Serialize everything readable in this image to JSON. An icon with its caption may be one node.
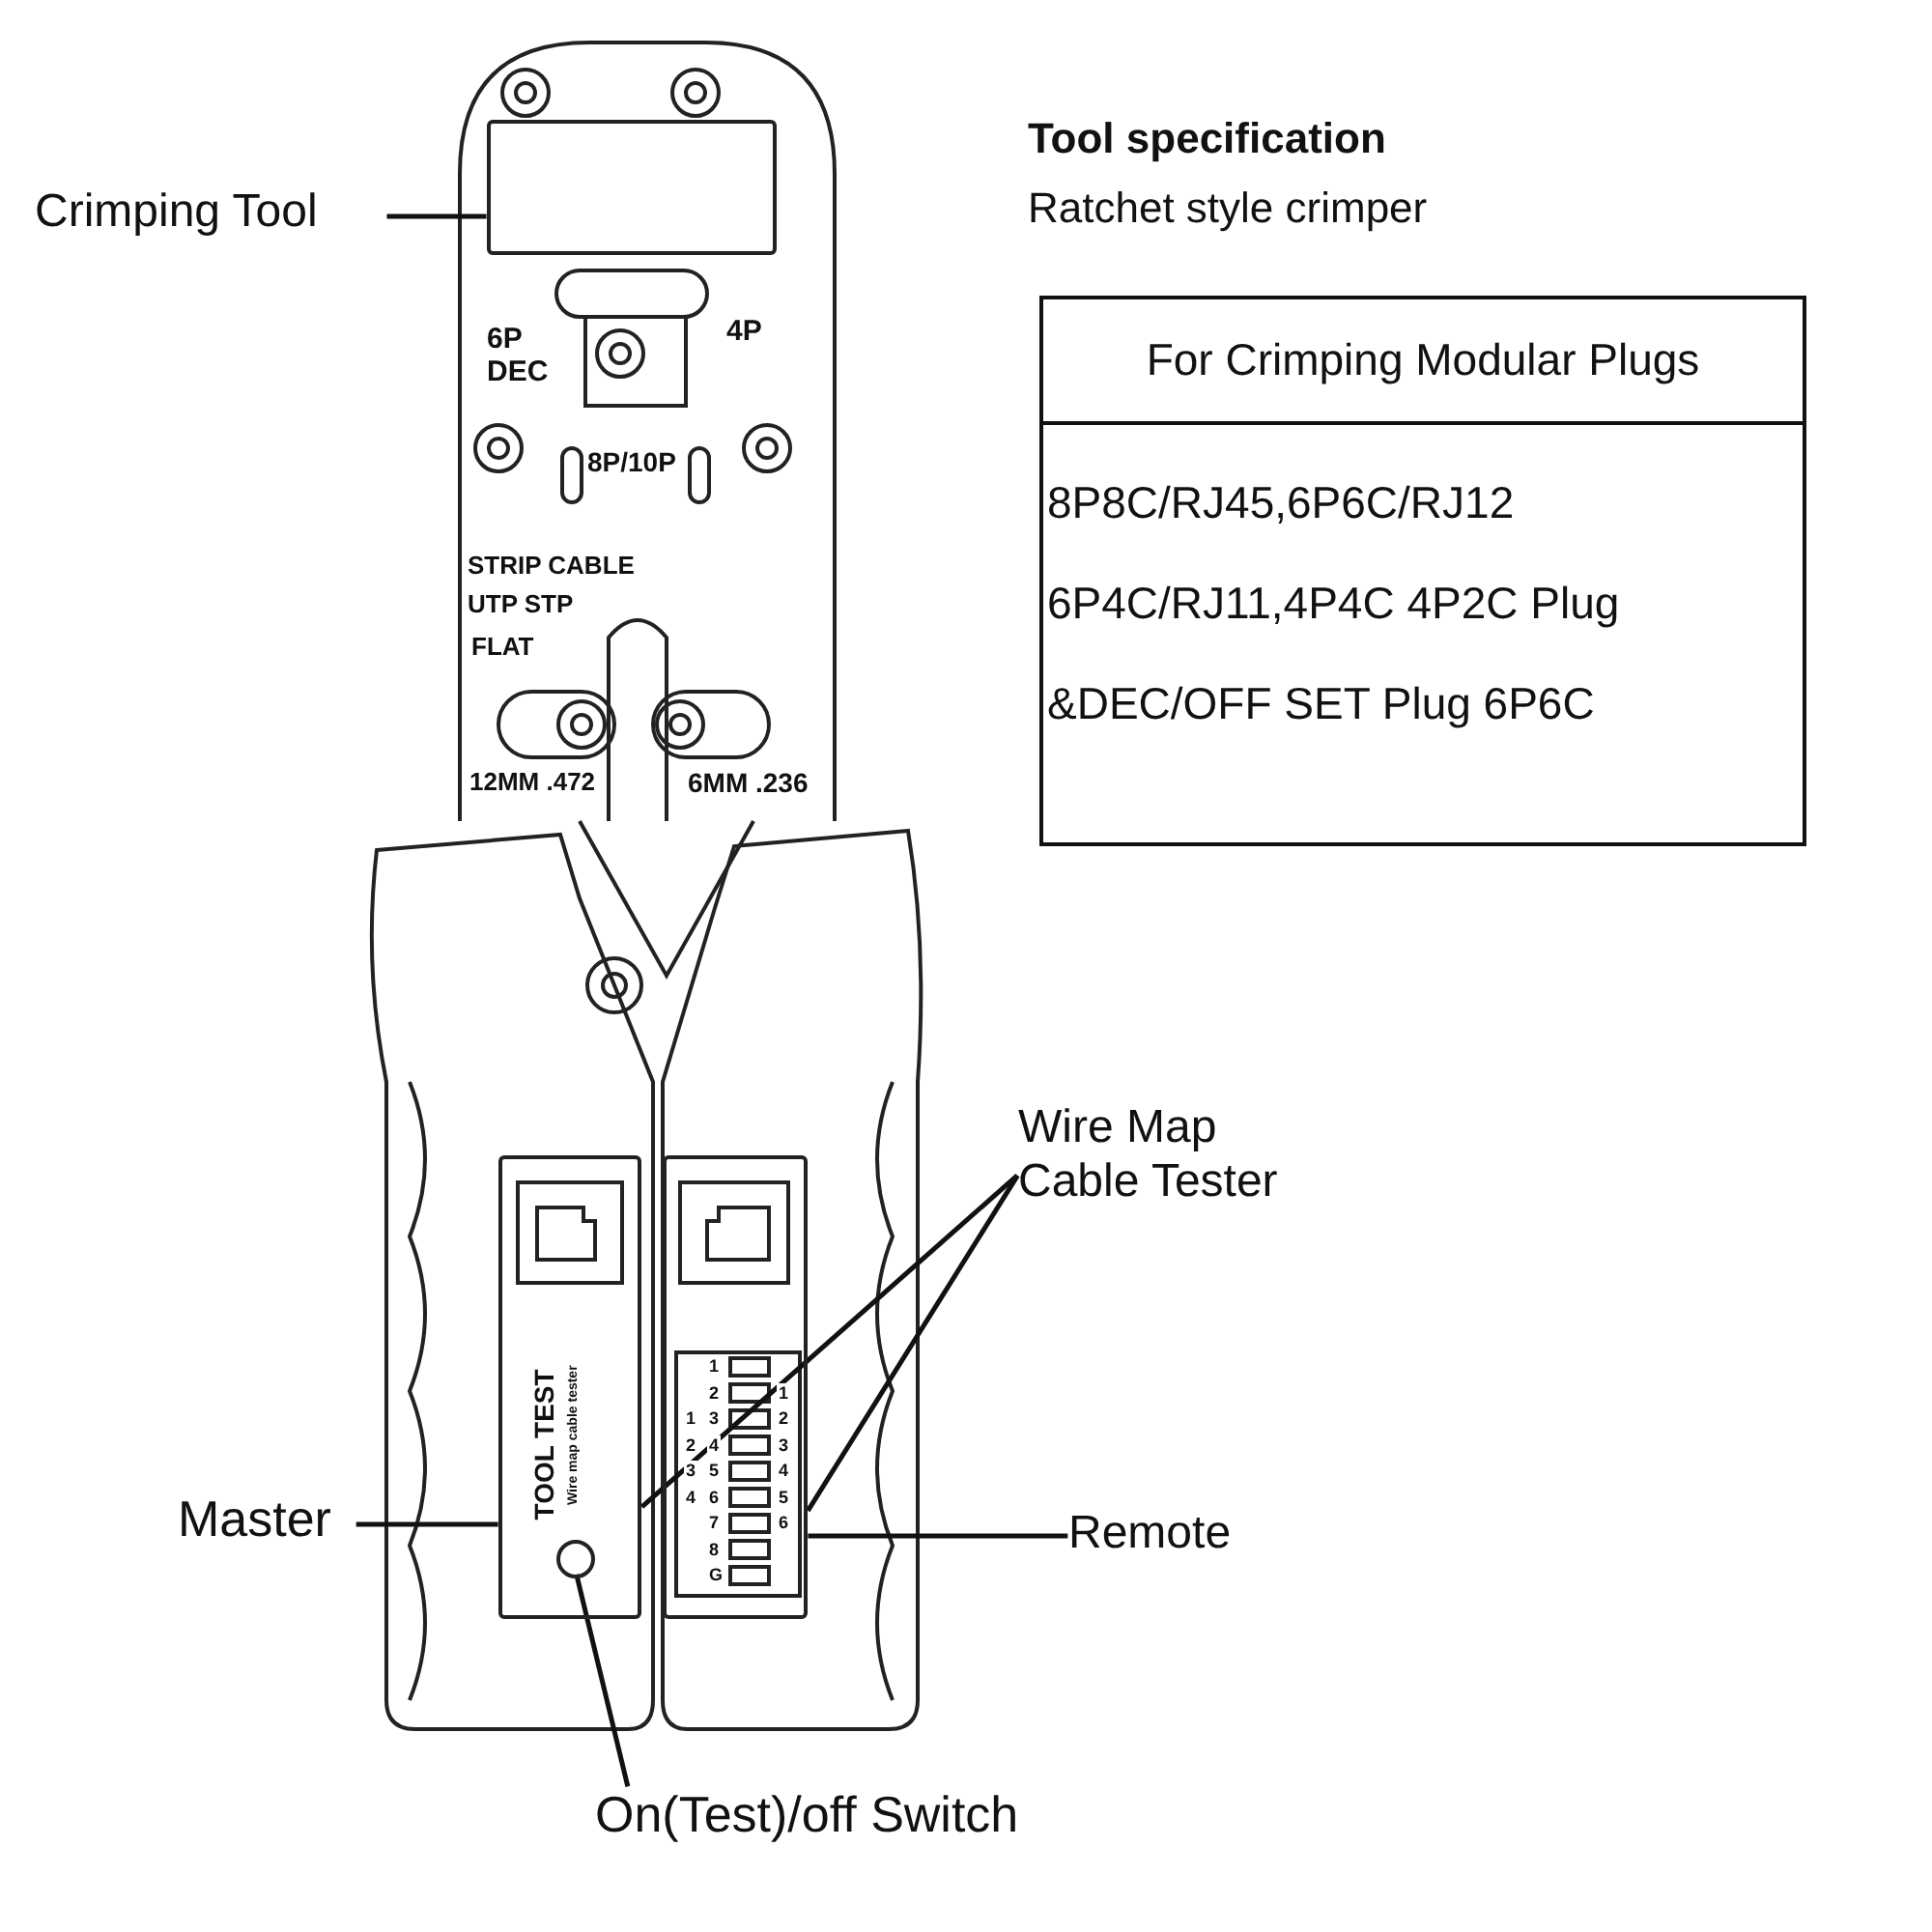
{
  "diagram": {
    "nodes": [
      {
        "text": [
          "Crimping Tool"
        ]
      },
      {
        "text": [],
        "shape": "box"
      },
      {
        "text": [
          "For Crimping Modular Plugs",
          "8P8C/RJ45,6P6C/RJ12",
          "6P4C/RJ11,4P4C 4P2C Plug",
          "&DEC/OFF SET Plug 6P6C"
        ]
      },
      {
        "text": [
          "Wire Map Cable Tester"
        ]
      },
      {
        "text": [
          "Master"
        ]
      },
      {
        "text": [],
        "shape": "box"
      },
      {
        "text": [],
        "shape": "circle",
        "in": 5
      },
      {
        "text": [],
        "shape": "box"
      },
      {
        "text": [
          "Remote"
        ]
      },
      {
        "text": [
          "On(Test)/off Switch"
        ]
      }
    ],
    "edges": [
      {
        "from": 0,
        "to": 1,
        "arrow": "none"
      },
      {
        "from": 3,
        "to": 5,
        "arrow": "none"
      },
      {
        "from": 3,
        "to": 7,
        "arrow": "none"
      },
      {
        "from": 4,
        "to": 5,
        "arrow": "none"
      },
      {
        "from": 8,
        "to": 7,
        "arrow": "none"
      },
      {
        "from": 9,
        "to": 6,
        "arrow": "none"
      }
    ],
    "labels": [
      "Tool specification",
      "Ratchet style crimper",
      "6P DEC",
      "4P",
      "8P/10P",
      "STRIP CABLE",
      "UTP STP",
      "FLAT",
      "12MM .472",
      "6MM .236",
      "TOOL TEST",
      "Wire map cable tester",
      "1",
      "2",
      "1",
      "1",
      "3",
      "2",
      "2",
      "4",
      "3",
      "3",
      "5",
      "4",
      "4",
      "6",
      "5",
      "7",
      "6",
      "8",
      "G"
    ]
  }
}
